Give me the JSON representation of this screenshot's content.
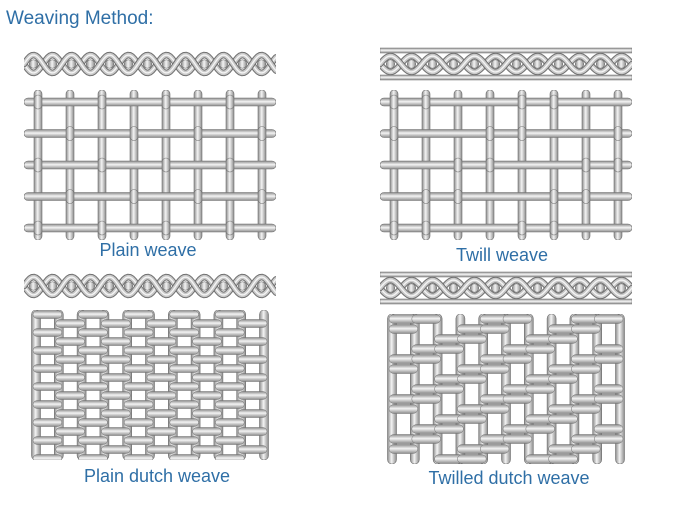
{
  "title": "Weaving Method:",
  "colors": {
    "text": "#2f6fa6",
    "wire_light": "#f4f4f4",
    "wire_mid": "#c9c9c9",
    "wire_dark": "#8c8c8c",
    "wire_edge": "#6f6f6f"
  },
  "panels": [
    {
      "id": "plain",
      "label": "Plain weave"
    },
    {
      "id": "twill",
      "label": "Twill weave"
    },
    {
      "id": "plain-dutch",
      "label": "Plain dutch weave"
    },
    {
      "id": "twilled-dutch",
      "label": "Twilled dutch weave"
    }
  ]
}
